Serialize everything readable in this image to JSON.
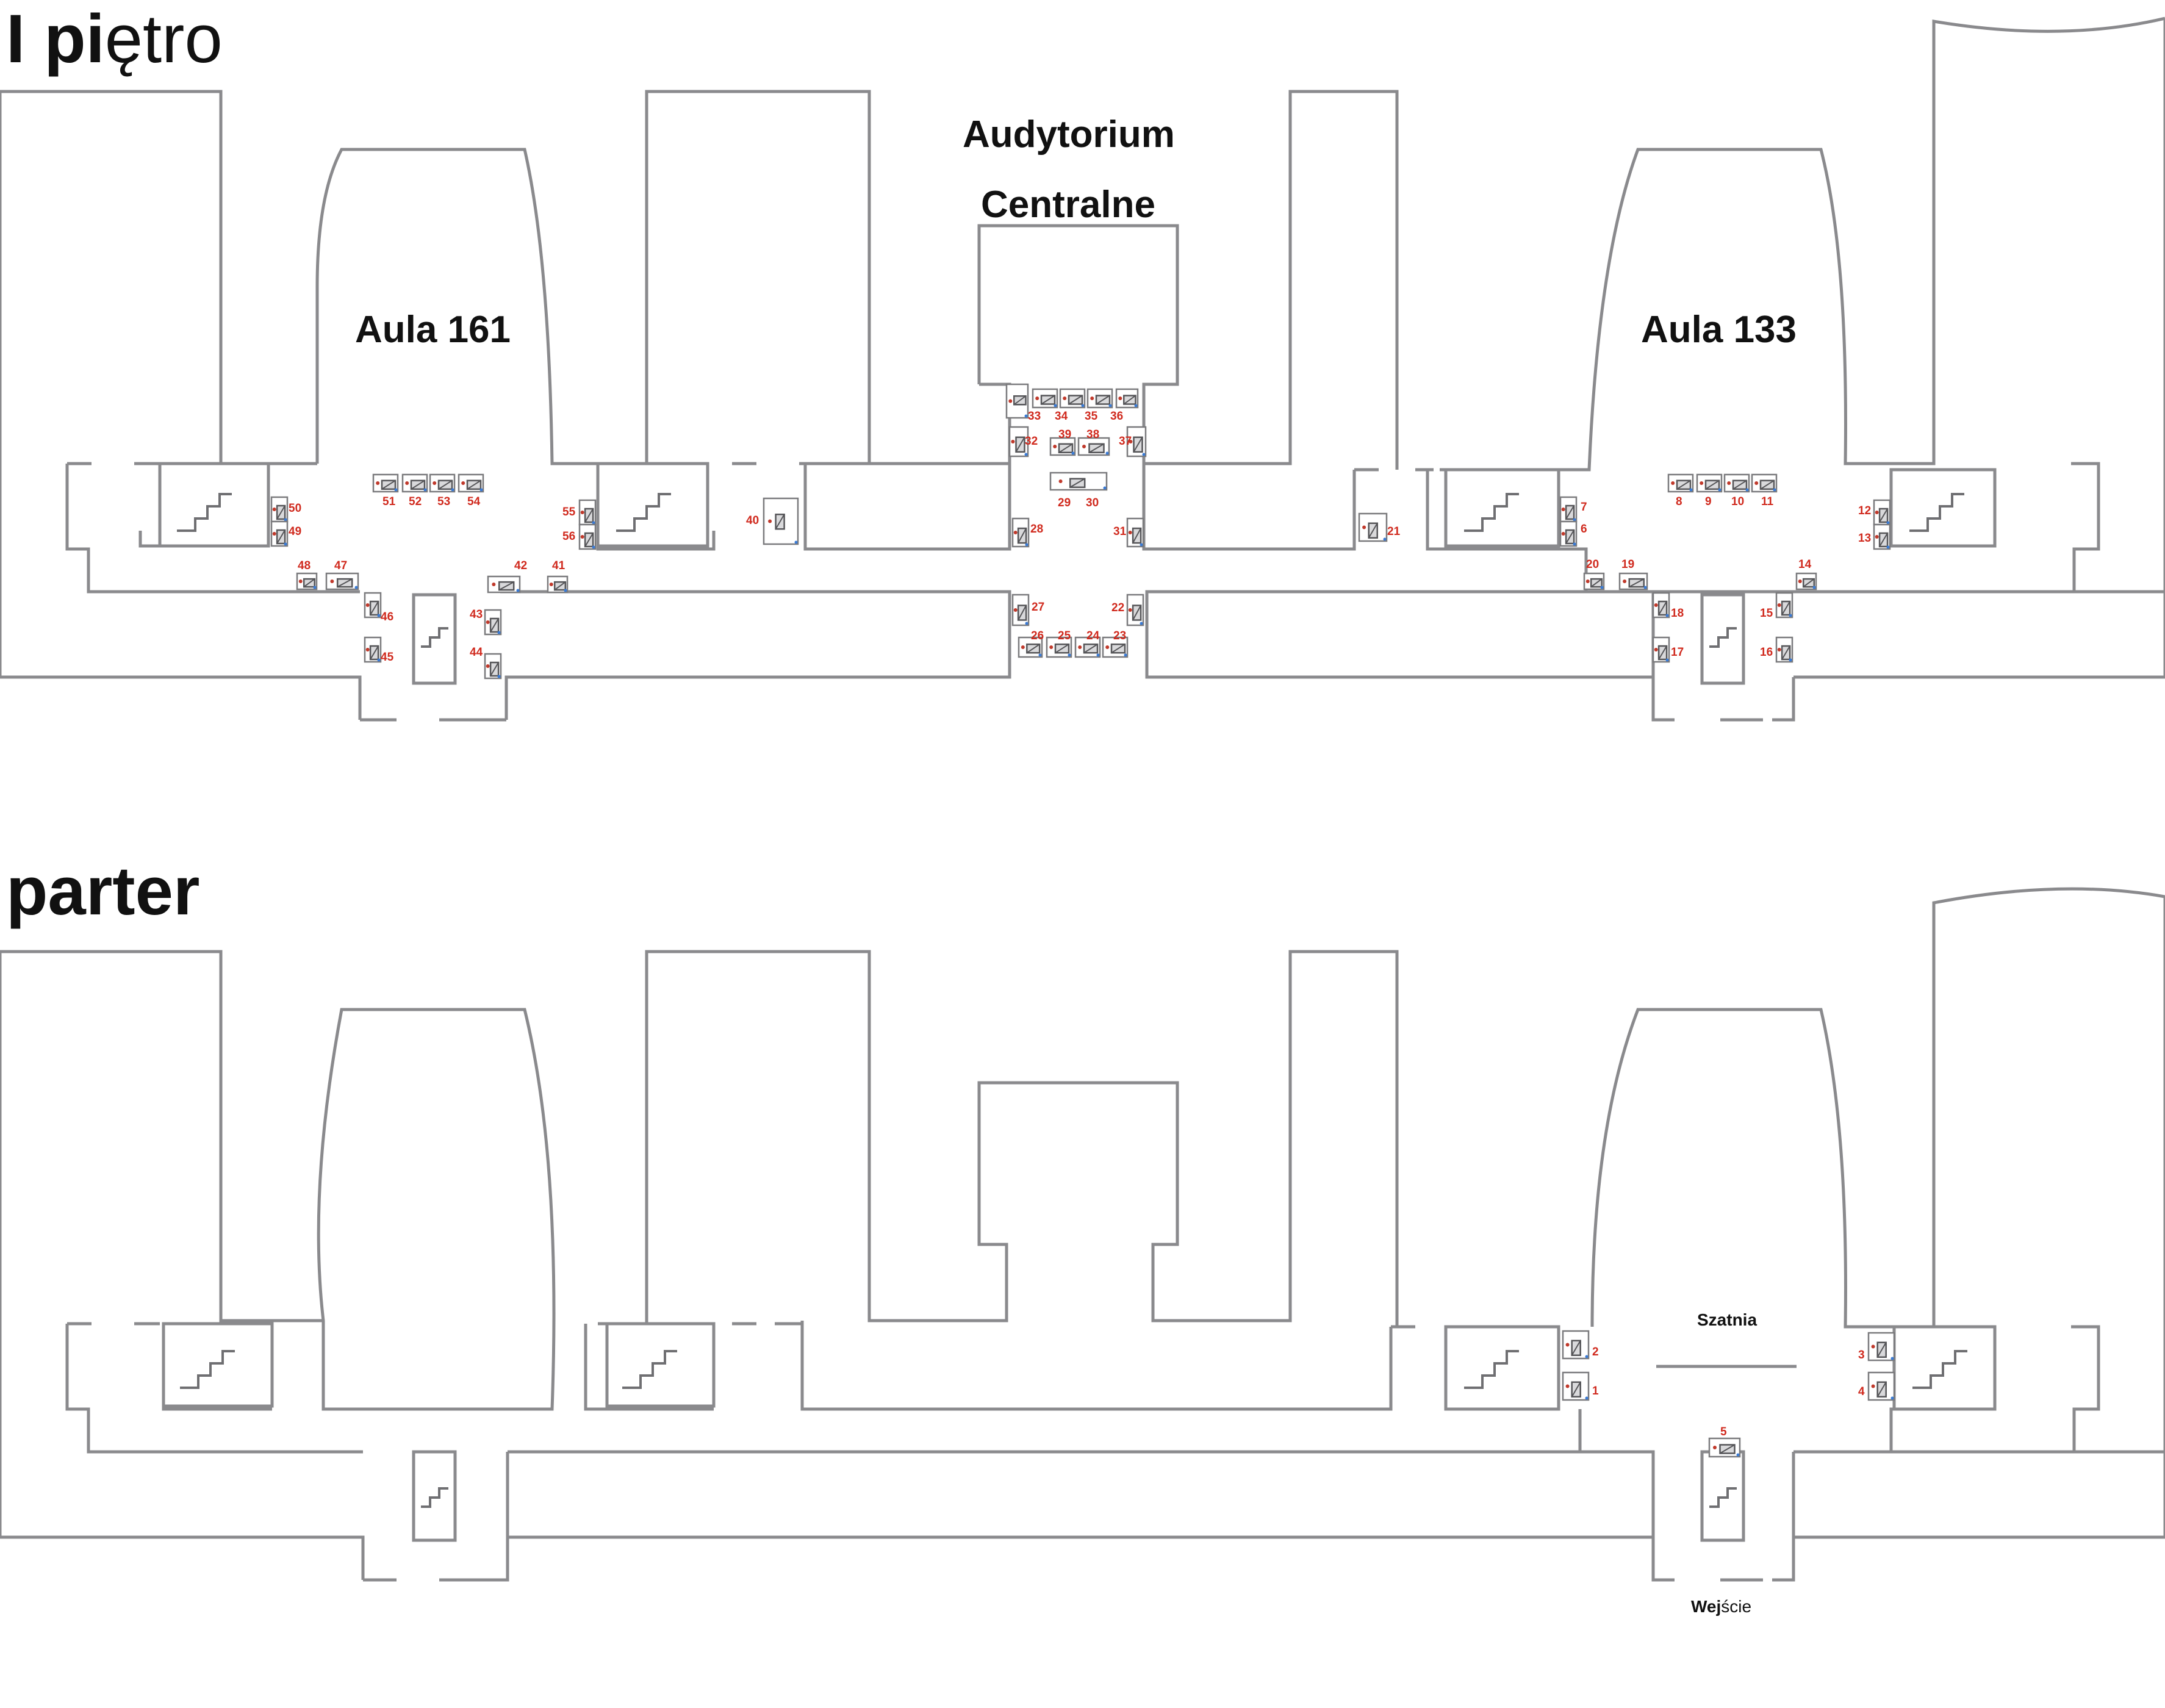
{
  "floors": {
    "upper": {
      "title_bold": "I pi",
      "title_rest": "ętro"
    },
    "ground": {
      "title": "parter"
    }
  },
  "rooms": {
    "auditorium_line1": "Audytorium",
    "auditorium_line2": "Centralne",
    "aula_161": "Aula 161",
    "aula_133": "Aula 133",
    "szatnia": "Szatnia",
    "entrance_bold": "Wej",
    "entrance_rest": "ście"
  },
  "computers": {
    "upper": [
      "6",
      "7",
      "8",
      "9",
      "10",
      "11",
      "12",
      "13",
      "14",
      "15",
      "16",
      "17",
      "18",
      "19",
      "20",
      "21",
      "22",
      "23",
      "24",
      "25",
      "26",
      "27",
      "28",
      "29",
      "30",
      "31",
      "32",
      "33",
      "34",
      "35",
      "36",
      "37",
      "38",
      "39",
      "40",
      "41",
      "42",
      "43",
      "44",
      "45",
      "46",
      "47",
      "48",
      "49",
      "50",
      "51",
      "52",
      "53",
      "54",
      "55",
      "56"
    ],
    "ground": [
      "1",
      "2",
      "3",
      "4",
      "5"
    ]
  },
  "colors": {
    "wall": "#8a8a8d",
    "number": "#d02a1e",
    "text": "#111111"
  }
}
